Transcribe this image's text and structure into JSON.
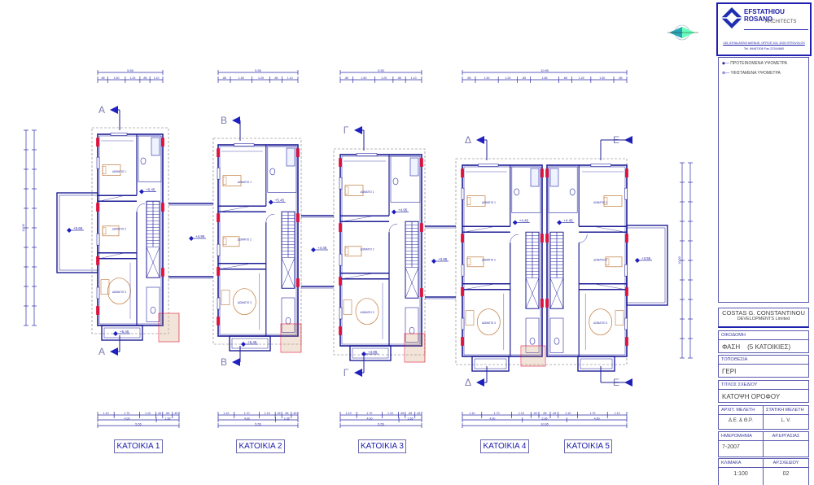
{
  "colors": {
    "line": "#2b2ba6",
    "wall": "#1e1e96",
    "red": "#e0103a",
    "furniture": "#c07a3c",
    "cyan": "#2aa6b4"
  },
  "units": [
    {
      "label": "KATOIKIA 1",
      "section": "Α",
      "hall_level": "+6.45",
      "rooms": [
        "ΔΩΜΑΤΙΟ 1",
        "ΔΩΜΑΤΙΟ 2",
        "ΔΩΜΑΤΙΟ 3"
      ],
      "balcony_level": "+6.45"
    },
    {
      "label": "KATOIKIA 2",
      "section": "Β",
      "hall_level": "+5.45",
      "rooms": [
        "ΔΩΜΑΤΙΟ 1",
        "ΔΩΜΑΤΙΟ 2",
        "ΔΩΜΑΤΙΟ 3"
      ],
      "balcony_level": "+5.45"
    },
    {
      "label": "KATOIKIA 3",
      "section": "Γ",
      "hall_level": "+4.95",
      "rooms": [
        "ΔΩΜΑΤΙΟ 1",
        "ΔΩΜΑΤΙΟ 2",
        "ΔΩΜΑΤΙΟ 3"
      ],
      "balcony_level": "+4.95"
    },
    {
      "label": "KATOIKIA 4",
      "section": "Δ",
      "hall_level": "+4.45",
      "rooms": [
        "ΔΩΜΑΤΙΟ 1",
        "ΔΩΜΑΤΙΟ 2",
        "ΔΩΜΑΤΙΟ 3"
      ]
    },
    {
      "label": "KATOIKIA 5",
      "section": "Ε",
      "hall_level": "+4.45",
      "rooms": [
        "ΔΩΜΑΤΙΟ 1",
        "ΔΩΜΑΤΙΟ 2",
        "ΔΩΜΑΤΙΟ 3"
      ]
    }
  ],
  "levels": {
    "terrace_left": "+5.65",
    "between_1_2": "+4.95",
    "between_2_3": "+4.45",
    "between_3_4": "+3.95",
    "terrace_right": "+3.55"
  },
  "dimensions": {
    "top_single": {
      "total": "5.55",
      "parts": [
        ".85",
        "1.50",
        "1.25",
        ".85",
        "1.10"
      ]
    },
    "top_double": {
      "total": "10.95",
      "parts": [
        ".85",
        "1.50",
        "1.25",
        ".85",
        "1.85",
        ".85",
        "1.25",
        "1.50",
        ".85"
      ]
    },
    "bottom_single": {
      "parts": [
        "1.10",
        "1.70",
        "1.10",
        ".45",
        ".65",
        ".45"
      ],
      "sub": [
        "4.00",
        "1.55"
      ],
      "total": "5.55"
    },
    "bottom_double": {
      "parts": [
        "1.10",
        "1.70",
        "1.10",
        ".45",
        ".65",
        ".45",
        "1.10",
        "1.70",
        "1.10"
      ],
      "sub": [
        "4.00",
        "2.95",
        "4.00"
      ],
      "total": "10.95"
    },
    "left_total": "10.00",
    "right_total": "10.00"
  },
  "title_block": {
    "firm": "EFSTATHIOU ROSANO",
    "firm_sub": "ARCHITECTS",
    "address": "145, ATHALASSIS AVENUE, OFFICE 103, 2025 STROVOLOS",
    "phones": "Tel. 99467308   Fax 22344680",
    "legend": [
      {
        "label": "ΠΡΟΤΕΙΝΟΜΕΝΑ ΥΨΟΜΕΤΡΑ"
      },
      {
        "label": "ΥΦΙΣΤΑΜΕΝΑ ΥΨΟΜΕΤΡΑ"
      }
    ],
    "client": "COSTAS G. CONSTANTINOU",
    "client_sub": "DEVELOPMENTS Limited",
    "building_caption": "ΟΙΚΟΔΟΜΗ",
    "building": "ΦΑΣΗ    (5 ΚΑΤΟΙΚΙΕΣ)",
    "location_caption": "ΤΟΠΟΘΕΣΙΑ",
    "location": "ΓΕΡΙ",
    "drawing_title_caption": "ΤΙΤΛΟΣ ΣΧΕΔΙΟΥ",
    "drawing_title": "ΚΑΤΟΨΗ ΟΡΟΦΟΥ",
    "arch_caption": "ΑΡΧΙΤ. ΜΕΛΕΤΗ",
    "arch": "Δ.Ε. & Θ.Ρ.",
    "struct_caption": "ΣΤΑΤΙΚΗ ΜΕΛΕΤΗ",
    "struct": "L. V.",
    "date_caption": "ΗΜΕΡΟΜΗΝΙΑ",
    "date": "7-2007",
    "job_caption": "ΑΡ.ΕΡΓΑΣΙΑΣ",
    "job": "",
    "scale_caption": "ΚΛΙΜΑΚΑ",
    "scale": "1:100",
    "sheet_caption": "ΑΡ.ΣΧΕΔΙΟΥ",
    "sheet": "02"
  }
}
